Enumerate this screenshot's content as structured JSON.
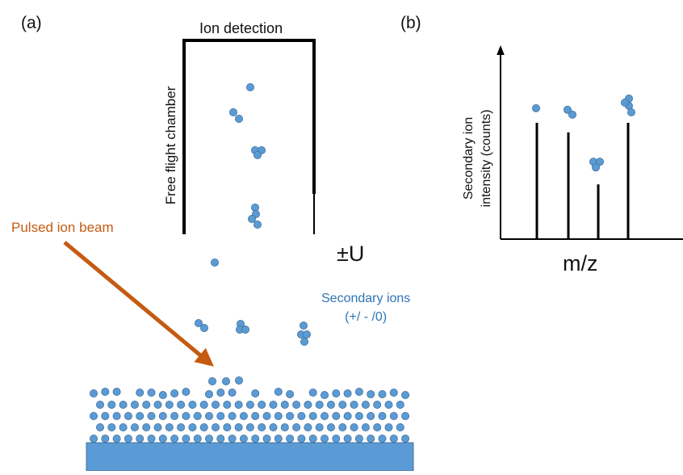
{
  "panels": {
    "a": "(a)",
    "b": "(b)"
  },
  "chamber": {
    "top_label": "Ion detection",
    "side_label": "Free flight chamber"
  },
  "beam": {
    "label": "Pulsed ion beam",
    "color": "#C55A11"
  },
  "voltage": {
    "label": "±U"
  },
  "secondary": {
    "line1": "Secondary ions",
    "line2": "(+/ - /0)",
    "color": "#2E75B6"
  },
  "spectrum": {
    "y_label_line1": "Secondary ion",
    "y_label_line2": "intensity (counts)",
    "x_label": "m/z",
    "peaks": [
      {
        "relative_height": 0.85,
        "atoms": 1
      },
      {
        "relative_height": 0.78,
        "atoms": 2
      },
      {
        "relative_height": 0.4,
        "atoms": 3
      },
      {
        "relative_height": 0.85,
        "atoms": 4
      }
    ]
  },
  "colors": {
    "atom": "#5B9BD5",
    "atom_outline": "#41719C",
    "substrate": "#5B9BD5",
    "line": "#000000"
  }
}
